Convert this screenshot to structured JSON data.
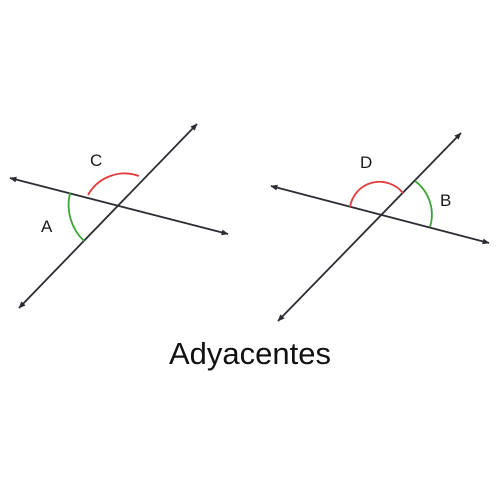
{
  "title": "Adyacentes",
  "angles": [
    {
      "label": "A",
      "color": "#3aa635"
    },
    {
      "label": "C",
      "color": "#e23b3b"
    },
    {
      "label": "D",
      "color": "#e23b3b"
    },
    {
      "label": "B",
      "color": "#3aa635"
    }
  ],
  "colors": {
    "line": "#2b2d33",
    "red_arc": "#e23b3b",
    "green_arc": "#3aa635"
  }
}
